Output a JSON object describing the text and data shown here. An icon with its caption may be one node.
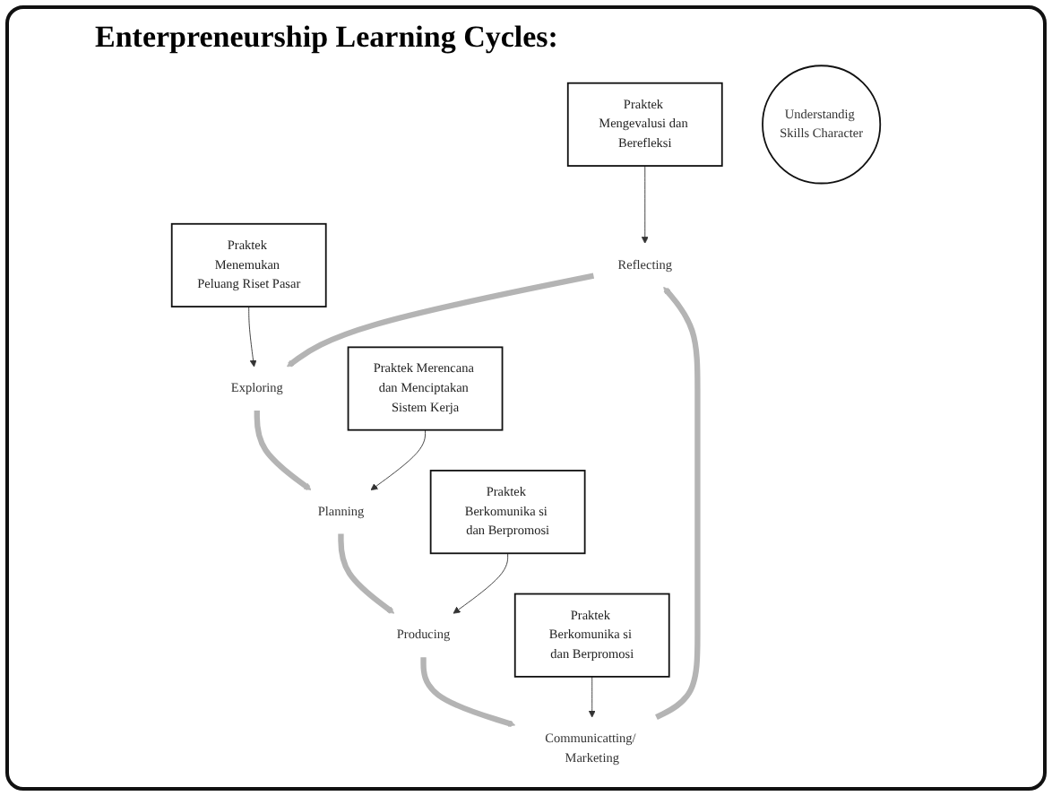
{
  "diagram": {
    "title": "Enterpreneurship Learning Cycles:",
    "nodes": [
      {
        "text": [
          "Praktek Mengevalusi dan Berefleksi"
        ]
      },
      {
        "text": [
          "Praktek Menemukan Peluang Riset Pasar"
        ]
      },
      {
        "text": [
          "Reflecting"
        ]
      },
      {
        "text": [
          "Exploring"
        ]
      },
      {
        "text": [
          "Understandig Skills Character"
        ]
      },
      {
        "text": [
          "Communicatting/ Marketing"
        ]
      },
      {
        "text": [
          "Planning"
        ]
      },
      {
        "text": [
          "Praktek Merencana dan Menciptakan Sistem Kerja"
        ]
      },
      {
        "text": [
          "Praktek Berkomunika si dan Berpromosi"
        ]
      },
      {
        "text": [
          "Producing"
        ]
      },
      {
        "text": [
          "Praktek Berkomunika si dan Berpromosi"
        ]
      }
    ],
    "edges": [
      {
        "from": 0,
        "to": 2,
        "arrow": "to"
      },
      {
        "from": 1,
        "to": 3,
        "arrow": "to"
      },
      {
        "from": 2,
        "to": 3,
        "arrow": "to",
        "style": "thick",
        "color": "#b4b4b4"
      },
      {
        "from": 3,
        "to": 6,
        "arrow": "to",
        "style": "thick",
        "color": "#b4b4b4"
      },
      {
        "from": 7,
        "to": 6,
        "arrow": "to"
      },
      {
        "from": 6,
        "to": 9,
        "arrow": "to",
        "style": "thick",
        "color": "#b4b4b4"
      },
      {
        "from": 10,
        "to": 9,
        "arrow": "to"
      },
      {
        "from": 9,
        "to": 5,
        "arrow": "to",
        "style": "thick",
        "color": "#b4b4b4"
      },
      {
        "from": 8,
        "to": 5,
        "arrow": "to"
      },
      {
        "from": 5,
        "to": 2,
        "arrow": "to",
        "style": "thick",
        "color": "#b4b4b4"
      }
    ]
  }
}
